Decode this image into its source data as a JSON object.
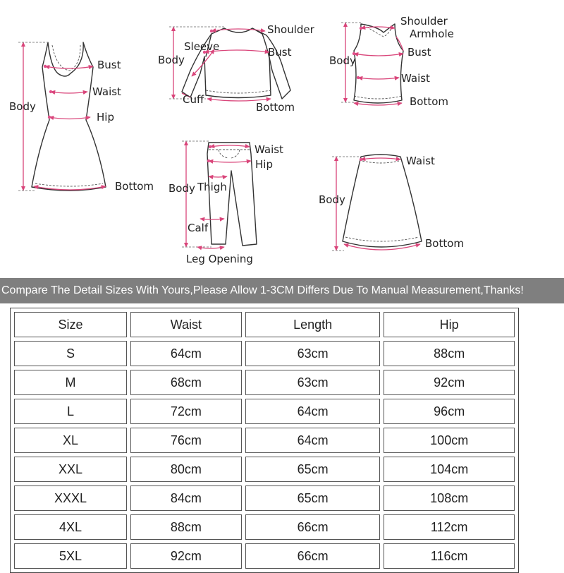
{
  "diagram": {
    "dress": {
      "bust": "Bust",
      "waist": "Waist",
      "hip": "Hip",
      "body": "Body",
      "bottom": "Bottom"
    },
    "coat": {
      "shoulder": "Shoulder",
      "sleeve": "Sleeve",
      "body": "Body",
      "bust": "Bust",
      "cuff": "Cuff",
      "bottom": "Bottom"
    },
    "vest": {
      "shoulder": "Shoulder",
      "armhole": "Armhole",
      "bust": "Bust",
      "body": "Body",
      "waist": "Waist",
      "bottom": "Bottom"
    },
    "pants": {
      "waist": "Waist",
      "hip": "Hip",
      "body": "Body",
      "thigh": "Thigh",
      "calf": "Calf",
      "leg_opening": "Leg Opening"
    },
    "skirt": {
      "waist": "Waist",
      "body": "Body",
      "bottom": "Bottom"
    },
    "accent_color": "#d9457a"
  },
  "notice": "Compare The Detail Sizes With Yours,Please Allow 1-3CM Differs Due To Manual Measurement,Thanks!",
  "table": {
    "headers": [
      "Size",
      "Waist",
      "Length",
      "Hip"
    ],
    "rows": [
      [
        "S",
        "64cm",
        "63cm",
        "88cm"
      ],
      [
        "M",
        "68cm",
        "63cm",
        "92cm"
      ],
      [
        "L",
        "72cm",
        "64cm",
        "96cm"
      ],
      [
        "XL",
        "76cm",
        "64cm",
        "100cm"
      ],
      [
        "XXL",
        "80cm",
        "65cm",
        "104cm"
      ],
      [
        "XXXL",
        "84cm",
        "65cm",
        "108cm"
      ],
      [
        "4XL",
        "88cm",
        "66cm",
        "112cm"
      ],
      [
        "5XL",
        "92cm",
        "66cm",
        "116cm"
      ]
    ]
  }
}
